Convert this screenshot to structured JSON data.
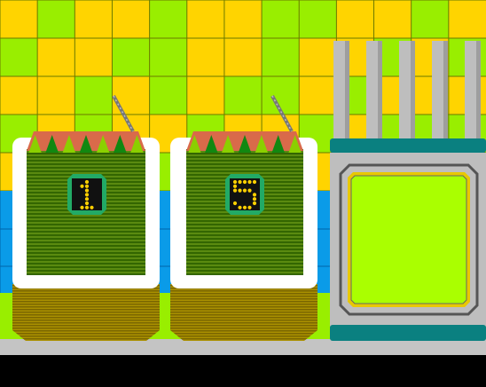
{
  "scene": {
    "colors": {
      "tile_yellow": "#FFD400",
      "tile_green": "#99EE00",
      "tile_grid": "#6A7A00",
      "wall_blue": "#0A9BE8",
      "floor_gray": "#C4C4C4",
      "floor_green": "#99EE00",
      "black": "#000000",
      "bin_green": "#336600",
      "bin_stripe": "#5A8A10",
      "bin_frame": "#FFFFFF",
      "bin_base": "#7A6600",
      "bin_base_stripe": "#AA9000",
      "lid_red": "#D96A4A",
      "lid_teeth": "#118811",
      "display_bg": "#111111",
      "display_ring": "#22AA66",
      "digit_dot": "#FFD000",
      "antenna": "#777777",
      "machine_gray": "#BEBEBE",
      "machine_teal": "#0A8080",
      "machine_dark": "#555555",
      "screen_green": "#AAFF00",
      "screen_border": "#E8C800"
    },
    "bins": [
      {
        "id": "bin-left",
        "digit": "1"
      },
      {
        "id": "bin-right",
        "digit": "5"
      }
    ],
    "machine": {
      "pipes": 5
    }
  }
}
